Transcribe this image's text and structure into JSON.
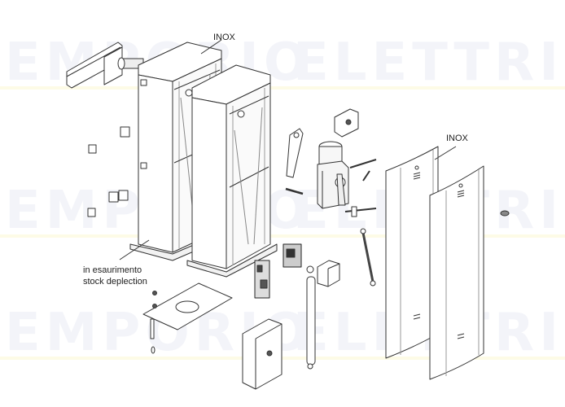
{
  "diagram": {
    "type": "exploded-parts-view",
    "subject": "automatic barrier cabinet assembly",
    "labels": {
      "inox_top": "INOX",
      "inox_right": "INOX",
      "deprecated_line1": "in esaurimento",
      "deprecated_line2": "stock deplection"
    },
    "watermark": {
      "word_left": "EMPORIO",
      "word_right": "ELETTRICO",
      "color": "#f3f4f9",
      "accent_line_color": "#fdfbe6",
      "rows": 3
    },
    "parts": [
      {
        "name": "boom-mounting-bracket"
      },
      {
        "name": "cabinet-housing-stainless"
      },
      {
        "name": "cabinet-housing-painted"
      },
      {
        "name": "cover-plugs"
      },
      {
        "name": "gearmotor"
      },
      {
        "name": "transmission-lever"
      },
      {
        "name": "limit-switch-bracket"
      },
      {
        "name": "release-lever"
      },
      {
        "name": "connecting-rod"
      },
      {
        "name": "balancing-spring-rod"
      },
      {
        "name": "transformer"
      },
      {
        "name": "control-board"
      },
      {
        "name": "encoder-board"
      },
      {
        "name": "control-box"
      },
      {
        "name": "foundation-plate"
      },
      {
        "name": "anchor-bolt"
      },
      {
        "name": "door-panels-stainless"
      },
      {
        "name": "spacer-nut"
      }
    ],
    "colors": {
      "line": "#333333",
      "fill": "#ffffff",
      "shade": "#e6e6e6",
      "dark": "#555555"
    }
  }
}
